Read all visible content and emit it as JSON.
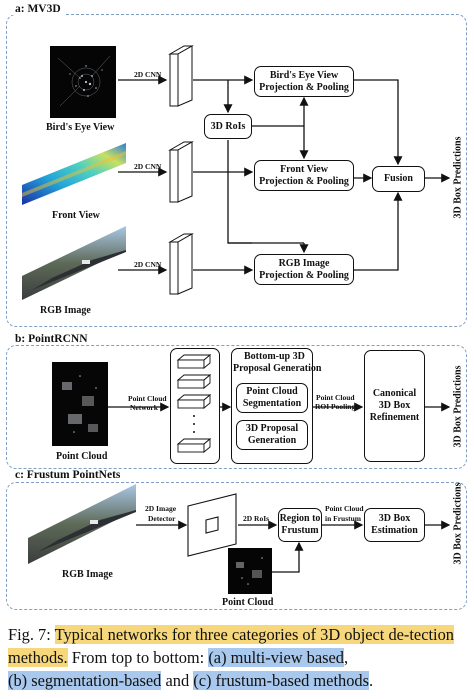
{
  "panel_a": {
    "title": "a: MV3D",
    "inputs": [
      "Bird's Eye View",
      "Front View",
      "RGB Image"
    ],
    "cnn": [
      "2D CNN",
      "2D CNN",
      "2D CNN"
    ],
    "rois": "3D RoIs",
    "bev_box": [
      "Bird's Eye View",
      "Projection & Pooling"
    ],
    "fv_box": [
      "Front View",
      "Projection & Pooling"
    ],
    "rgb_box": [
      "RGB Image",
      "Projection & Pooling"
    ],
    "fusion": "Fusion",
    "output": "3D Box Predictions"
  },
  "panel_b": {
    "title": "b: PointRCNN",
    "input": "Point Cloud",
    "net_label": [
      "Point Cloud",
      "Network"
    ],
    "stage1_title": [
      "Bottom-up 3D",
      "Proposal Generation"
    ],
    "seg_box": [
      "Point Cloud",
      "Segmentation"
    ],
    "prop_box": [
      "3D Proposal",
      "Generation"
    ],
    "pool_label": [
      "Point Cloud",
      "ROI Pooling"
    ],
    "refine_box": [
      "Canonical",
      "3D Box",
      "Refinement"
    ],
    "output": "3D Box Predictions"
  },
  "panel_c": {
    "title": "c: Frustum PointNets",
    "image": "RGB Image",
    "detector_label": [
      "2D Image",
      "Detector"
    ],
    "rois_label": "2D RoIs",
    "frustum_box": [
      "Region to",
      "Frustum"
    ],
    "pc_label": [
      "Point Cloud",
      "in Frustum"
    ],
    "est_box": [
      "3D Box",
      "Estimation"
    ],
    "point_cloud": "Point Cloud",
    "output": "3D Box Predictions"
  },
  "caption": {
    "prefix": "Fig. 7: ",
    "part1": "Typical networks for three categories of 3D object de-tection methods.",
    "part2": " From top to bottom: ",
    "part3": "(a) multi-view based",
    "part4": ",",
    "part5": "(b) segmentation-based",
    "part6": " and ",
    "part7": "(c) frustum-based methods",
    "part8": "."
  }
}
